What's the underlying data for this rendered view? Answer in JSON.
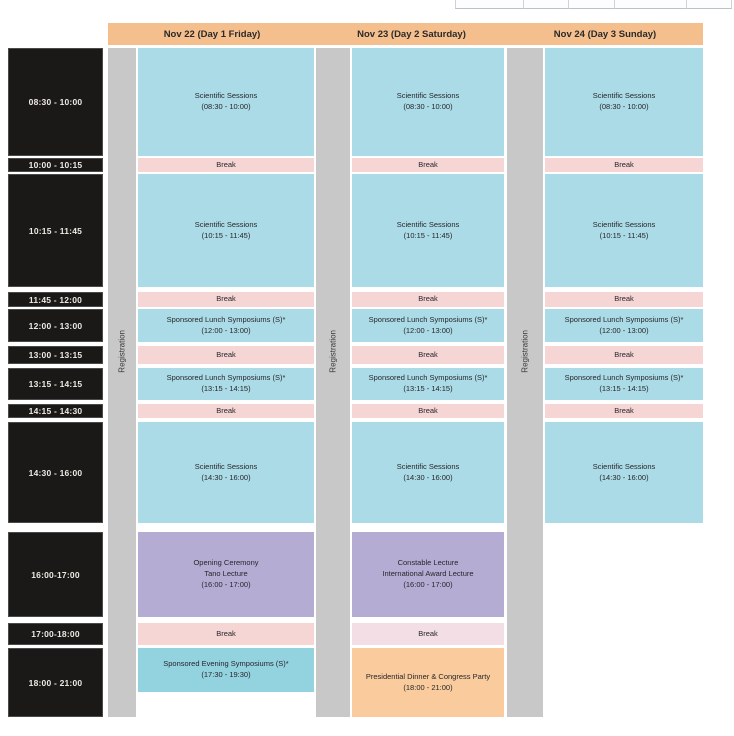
{
  "fragment": {
    "description": "cut-off empty table row",
    "cells": [
      "",
      "",
      "",
      "",
      ""
    ]
  },
  "schedule": {
    "registration_label": "Registration",
    "colors": {
      "header_bg": "#F5BE8D",
      "time_bg": "#1B1918",
      "time_text": "#EDE9E3",
      "registration_bg": "#C9C8C8",
      "session_blue": "#ABDBE6",
      "evening_teal": "#93D2DF",
      "break_pink": "#F6D5D5",
      "break_pink_light": "#F2DEE4",
      "lecture_purple": "#B5ACD4",
      "dinner_peach": "#F9CB9D"
    },
    "time_column": {
      "slots": [
        "08:30 - 10:00",
        "10:00 - 10:15",
        "10:15 - 11:45",
        "11:45 - 12:00",
        "12:00 - 13:00",
        "13:00 - 13:15",
        "13:15 - 14:15",
        "14:15 - 14:30",
        "14:30 - 16:00",
        "16:00-17:00",
        "17:00-18:00",
        "18:00 - 21:00"
      ]
    },
    "days": [
      {
        "header": "Nov 22 (Day 1 Friday)",
        "cells": [
          {
            "type": "session",
            "lines": [
              "Scientific Sessions",
              "(08:30 - 10:00)"
            ]
          },
          {
            "type": "break",
            "lines": [
              "Break"
            ]
          },
          {
            "type": "session",
            "lines": [
              "Scientific Sessions",
              "(10:15 - 11:45)"
            ]
          },
          {
            "type": "break",
            "lines": [
              "Break"
            ]
          },
          {
            "type": "session",
            "lines": [
              "Sponsored Lunch Symposiums (S)*",
              "(12:00 - 13:00)"
            ]
          },
          {
            "type": "break",
            "lines": [
              "Break"
            ]
          },
          {
            "type": "session",
            "lines": [
              "Sponsored Lunch Symposiums (S)*",
              "(13:15 - 14:15)"
            ]
          },
          {
            "type": "break",
            "lines": [
              "Break"
            ]
          },
          {
            "type": "session",
            "lines": [
              "Scientific Sessions",
              "(14:30 - 16:00)"
            ]
          },
          {
            "type": "lecture",
            "lines": [
              "Opening Ceremony",
              "Tano Lecture",
              "(16:00 - 17:00)"
            ]
          },
          {
            "type": "break",
            "lines": [
              "Break"
            ]
          },
          {
            "type": "evening",
            "lines": [
              "Sponsored Evening Symposiums (S)*",
              "(17:30 - 19:30)"
            ]
          }
        ]
      },
      {
        "header": "Nov 23 (Day 2 Saturday)",
        "cells": [
          {
            "type": "session",
            "lines": [
              "Scientific Sessions",
              "(08:30 - 10:00)"
            ]
          },
          {
            "type": "break",
            "lines": [
              "Break"
            ]
          },
          {
            "type": "session",
            "lines": [
              "Scientific Sessions",
              "(10:15 - 11:45)"
            ]
          },
          {
            "type": "break",
            "lines": [
              "Break"
            ]
          },
          {
            "type": "session",
            "lines": [
              "Sponsored Lunch Symposiums (S)*",
              "(12:00 - 13:00)"
            ]
          },
          {
            "type": "break",
            "lines": [
              "Break"
            ]
          },
          {
            "type": "session",
            "lines": [
              "Sponsored Lunch Symposiums (S)*",
              "(13:15 - 14:15)"
            ]
          },
          {
            "type": "break",
            "lines": [
              "Break"
            ]
          },
          {
            "type": "session",
            "lines": [
              "Scientific Sessions",
              "(14:30 - 16:00)"
            ]
          },
          {
            "type": "lecture",
            "lines": [
              "Constable Lecture",
              "International Award Lecture",
              "(16:00 - 17:00)"
            ]
          },
          {
            "type": "break-light",
            "lines": [
              "Break"
            ]
          },
          {
            "type": "dinner",
            "lines": [
              "Presidential Dinner & Congress Party",
              "(18:00 - 21:00)"
            ]
          }
        ]
      },
      {
        "header": "Nov 24 (Day 3 Sunday)",
        "cells": [
          {
            "type": "session",
            "lines": [
              "Scientific Sessions",
              "(08:30 - 10:00)"
            ]
          },
          {
            "type": "break",
            "lines": [
              "Break"
            ]
          },
          {
            "type": "session",
            "lines": [
              "Scientific Sessions",
              "(10:15 - 11:45)"
            ]
          },
          {
            "type": "break",
            "lines": [
              "Break"
            ]
          },
          {
            "type": "session",
            "lines": [
              "Sponsored Lunch Symposiums (S)*",
              "(12:00 - 13:00)"
            ]
          },
          {
            "type": "break",
            "lines": [
              "Break"
            ]
          },
          {
            "type": "session",
            "lines": [
              "Sponsored Lunch Symposiums (S)*",
              "(13:15 - 14:15)"
            ]
          },
          {
            "type": "break",
            "lines": [
              "Break"
            ]
          },
          {
            "type": "session",
            "lines": [
              "Scientific Sessions",
              "(14:30 - 16:00)"
            ]
          },
          {
            "type": "empty",
            "lines": []
          },
          {
            "type": "empty",
            "lines": []
          },
          {
            "type": "empty",
            "lines": []
          }
        ]
      }
    ]
  }
}
